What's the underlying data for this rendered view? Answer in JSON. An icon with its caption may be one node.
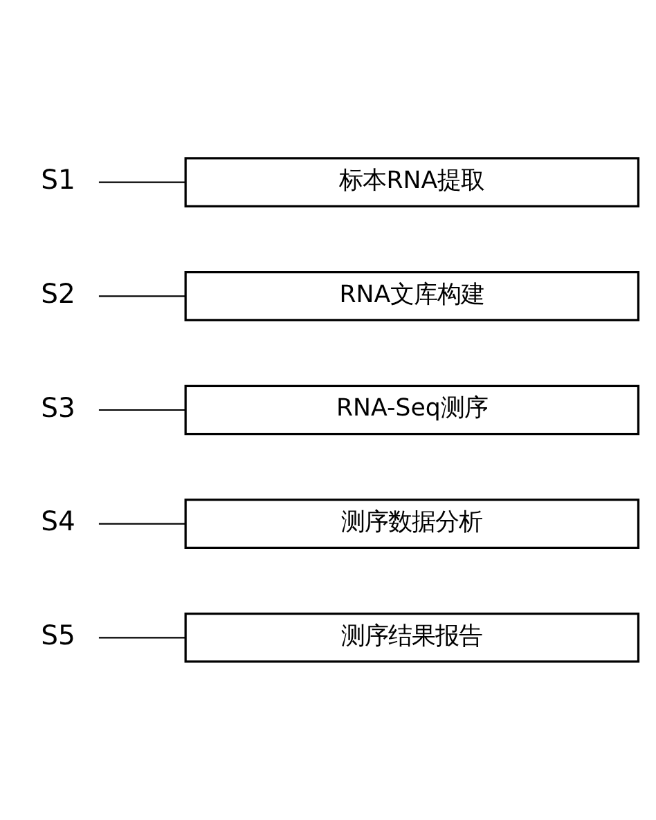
{
  "diagram": {
    "nodes": [
      {
        "text": [
          "S1"
        ]
      },
      {
        "text": [
          "标本RNA提取"
        ]
      },
      {
        "text": [
          "S2"
        ]
      },
      {
        "text": [
          "RNA文库构建"
        ]
      },
      {
        "text": [
          "S3"
        ]
      },
      {
        "text": [
          "RNA-Seq测序"
        ]
      },
      {
        "text": [
          "S4"
        ]
      },
      {
        "text": [
          "测序数据分析"
        ]
      },
      {
        "text": [
          "S5"
        ]
      },
      {
        "text": [
          "测序结果报告"
        ]
      }
    ],
    "edges": [
      {
        "from": 0,
        "to": 1,
        "arrow": "none"
      },
      {
        "from": 2,
        "to": 3,
        "arrow": "none"
      },
      {
        "from": 4,
        "to": 5,
        "arrow": "none"
      },
      {
        "from": 6,
        "to": 7,
        "arrow": "none"
      },
      {
        "from": 8,
        "to": 9,
        "arrow": "none"
      }
    ]
  }
}
